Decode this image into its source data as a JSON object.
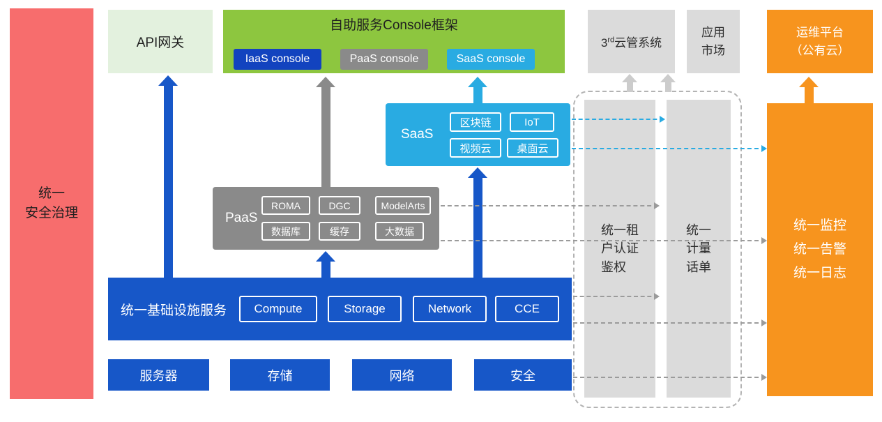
{
  "colors": {
    "red": "#F76D6D",
    "light_green": "#E3F1DE",
    "green": "#8DC63F",
    "blue": "#1757C8",
    "dark_blue": "#1243BF",
    "cyan": "#29ABE2",
    "gray": "#8A8A8A",
    "light_gray": "#DBDBDB",
    "orange": "#F7941E"
  },
  "security_panel": {
    "label": "统一\n安全治理"
  },
  "api_gateway": {
    "label": "API网关"
  },
  "console_frame": {
    "title": "自助服务Console框架",
    "consoles": [
      {
        "label": "IaaS console"
      },
      {
        "label": "PaaS console"
      },
      {
        "label": "SaaS console"
      }
    ]
  },
  "third_party": {
    "num": "3",
    "sup": "rd",
    "rest": "云管系统"
  },
  "app_market": {
    "label": "应用\n市场"
  },
  "ops_platform": {
    "label": "运维平台\n（公有云）"
  },
  "saas": {
    "label": "SaaS",
    "items": [
      "区块链",
      "IoT",
      "视频云",
      "桌面云"
    ]
  },
  "paas": {
    "label": "PaaS",
    "items": [
      "ROMA",
      "DGC",
      "ModelArts",
      "数据库",
      "缓存",
      "大数据"
    ]
  },
  "infrastructure": {
    "label": "统一基础设施服务",
    "items": [
      "Compute",
      "Storage",
      "Network",
      "CCE"
    ]
  },
  "hardware": [
    "服务器",
    "存储",
    "网络",
    "安全"
  ],
  "auth_bar": {
    "label": "统一租\n户认证\n鉴权"
  },
  "metering_bar": {
    "label": "统一\n计量\n话单"
  },
  "monitoring": {
    "label": "统一监控\n统一告警\n统一日志"
  }
}
